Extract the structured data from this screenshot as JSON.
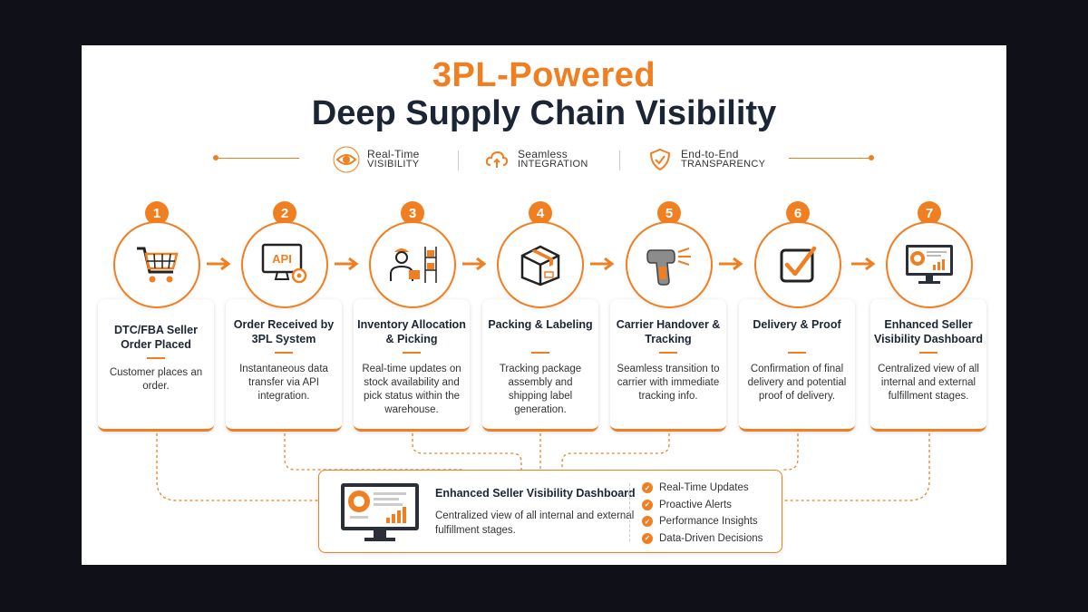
{
  "header": {
    "title_line1": "3PL-Powered",
    "title_line2": "Deep Supply Chain Visibility"
  },
  "features": [
    {
      "icon": "eye-icon",
      "line1": "Real-Time",
      "line2": "Visibility"
    },
    {
      "icon": "cloud-icon",
      "line1": "Seamless",
      "line2": "Integration"
    },
    {
      "icon": "shield-check-icon",
      "line1": "End-to-End",
      "line2": "Transparency"
    }
  ],
  "steps": [
    {
      "num": "1",
      "icon": "shopping-cart-icon",
      "title": "DTC/FBA Seller Order Placed",
      "desc": "Customer places an order."
    },
    {
      "num": "2",
      "icon": "api-monitor-icon",
      "title": "Order Received by 3PL System",
      "desc": "Instantaneous data transfer via API integration."
    },
    {
      "num": "3",
      "icon": "warehouse-worker-icon",
      "title": "Inventory Allocation & Picking",
      "desc": "Real-time updates on stock availability and pick status within the warehouse."
    },
    {
      "num": "4",
      "icon": "package-box-icon",
      "title": "Packing & Labeling",
      "desc": "Tracking package assembly and shipping label generation."
    },
    {
      "num": "5",
      "icon": "barcode-scanner-icon",
      "title": "Carrier Handover & Tracking",
      "desc": "Seamless transition to carrier with immediate tracking info."
    },
    {
      "num": "6",
      "icon": "checkbox-icon",
      "title": "Delivery & Proof",
      "desc": "Confirmation of final delivery and potential proof of delivery."
    },
    {
      "num": "7",
      "icon": "dashboard-monitor-icon",
      "title": "Enhanced Seller Visibility Dashboard",
      "desc": "Centralized view of all internal and external fulfillment stages."
    }
  ],
  "dashboard": {
    "title": "Enhanced Seller Visibility Dashboard",
    "desc": "Centralized view of all internal and external fulfillment stages.",
    "benefits": [
      "Real-Time Updates",
      "Proactive Alerts",
      "Performance Insights",
      "Data-Driven Decisions"
    ]
  },
  "colors": {
    "accent": "#f07f22",
    "dark": "#1c2533",
    "background": "#ffffff"
  }
}
